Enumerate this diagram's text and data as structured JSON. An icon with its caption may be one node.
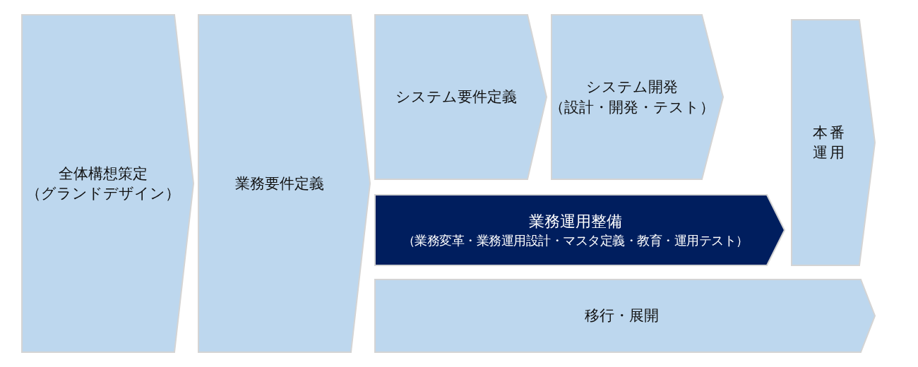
{
  "diagram": {
    "nodes": [
      {
        "text": [
          "全体構想策定",
          "（グランドデザイン）"
        ]
      },
      {
        "text": [
          "業務要件定義"
        ]
      },
      {
        "text": [
          "システム要件定義"
        ]
      },
      {
        "text": [
          "システム開発",
          "（設計・開発・テスト）"
        ]
      },
      {
        "text": [
          "業務運用整備",
          "（業務変革・業務運用設計・マスタ定義・教育・運用テスト）"
        ]
      },
      {
        "text": [
          "移行・展開"
        ]
      },
      {
        "text": [
          "本番運用"
        ]
      }
    ]
  }
}
